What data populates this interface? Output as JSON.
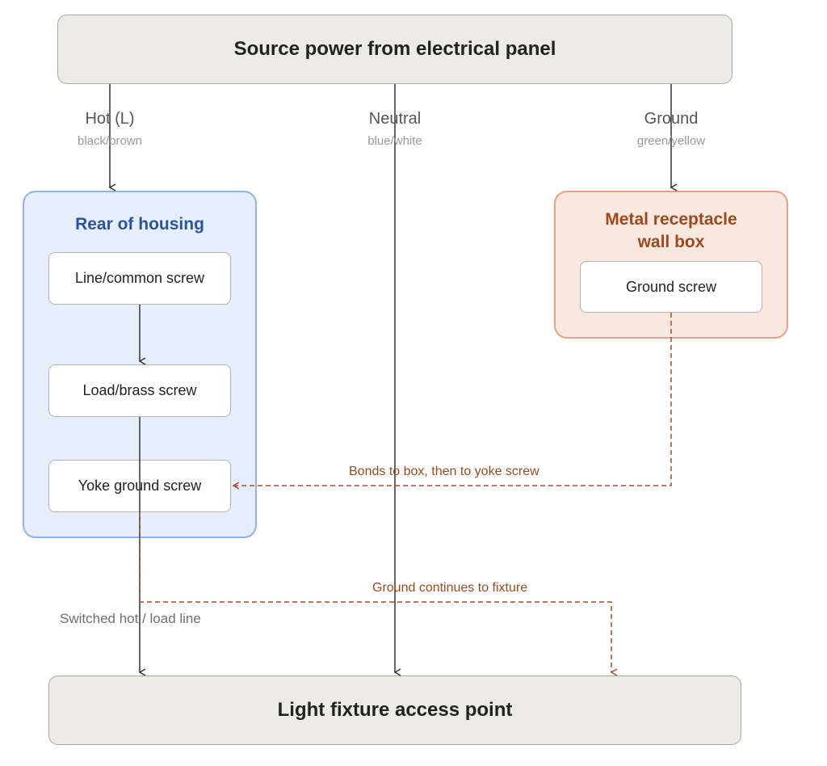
{
  "nodes": {
    "source": "Source power from electrical panel",
    "fixture": "Light fixture access point",
    "housing_title": "Rear of housing",
    "line_screw": "Line/common screw",
    "load_screw": "Load/brass screw",
    "yoke_screw": "Yoke ground screw",
    "wallbox_title": "Metal receptacle wall box",
    "ground_screw": "Ground screw"
  },
  "wires": {
    "hot": {
      "name": "Hot (L)",
      "color": "black/brown"
    },
    "neutral": {
      "name": "Neutral",
      "color": "blue/white"
    },
    "ground": {
      "name": "Ground",
      "color": "green/yellow"
    }
  },
  "edges": {
    "bonds": "Bonds to box, then to yoke screw",
    "ground_continues": "Ground continues to fixture",
    "switched": "Switched hot / load line"
  },
  "colors": {
    "solid_line": "#333333",
    "ground_dashed": "#a0522d",
    "housing_fill": "#e6eefb",
    "housing_border": "#8fb4e3",
    "housing_title": "#2b5597",
    "wallbox_fill": "#f9e8df",
    "wallbox_border": "#e7a284",
    "wallbox_title": "#9a4a1e"
  }
}
